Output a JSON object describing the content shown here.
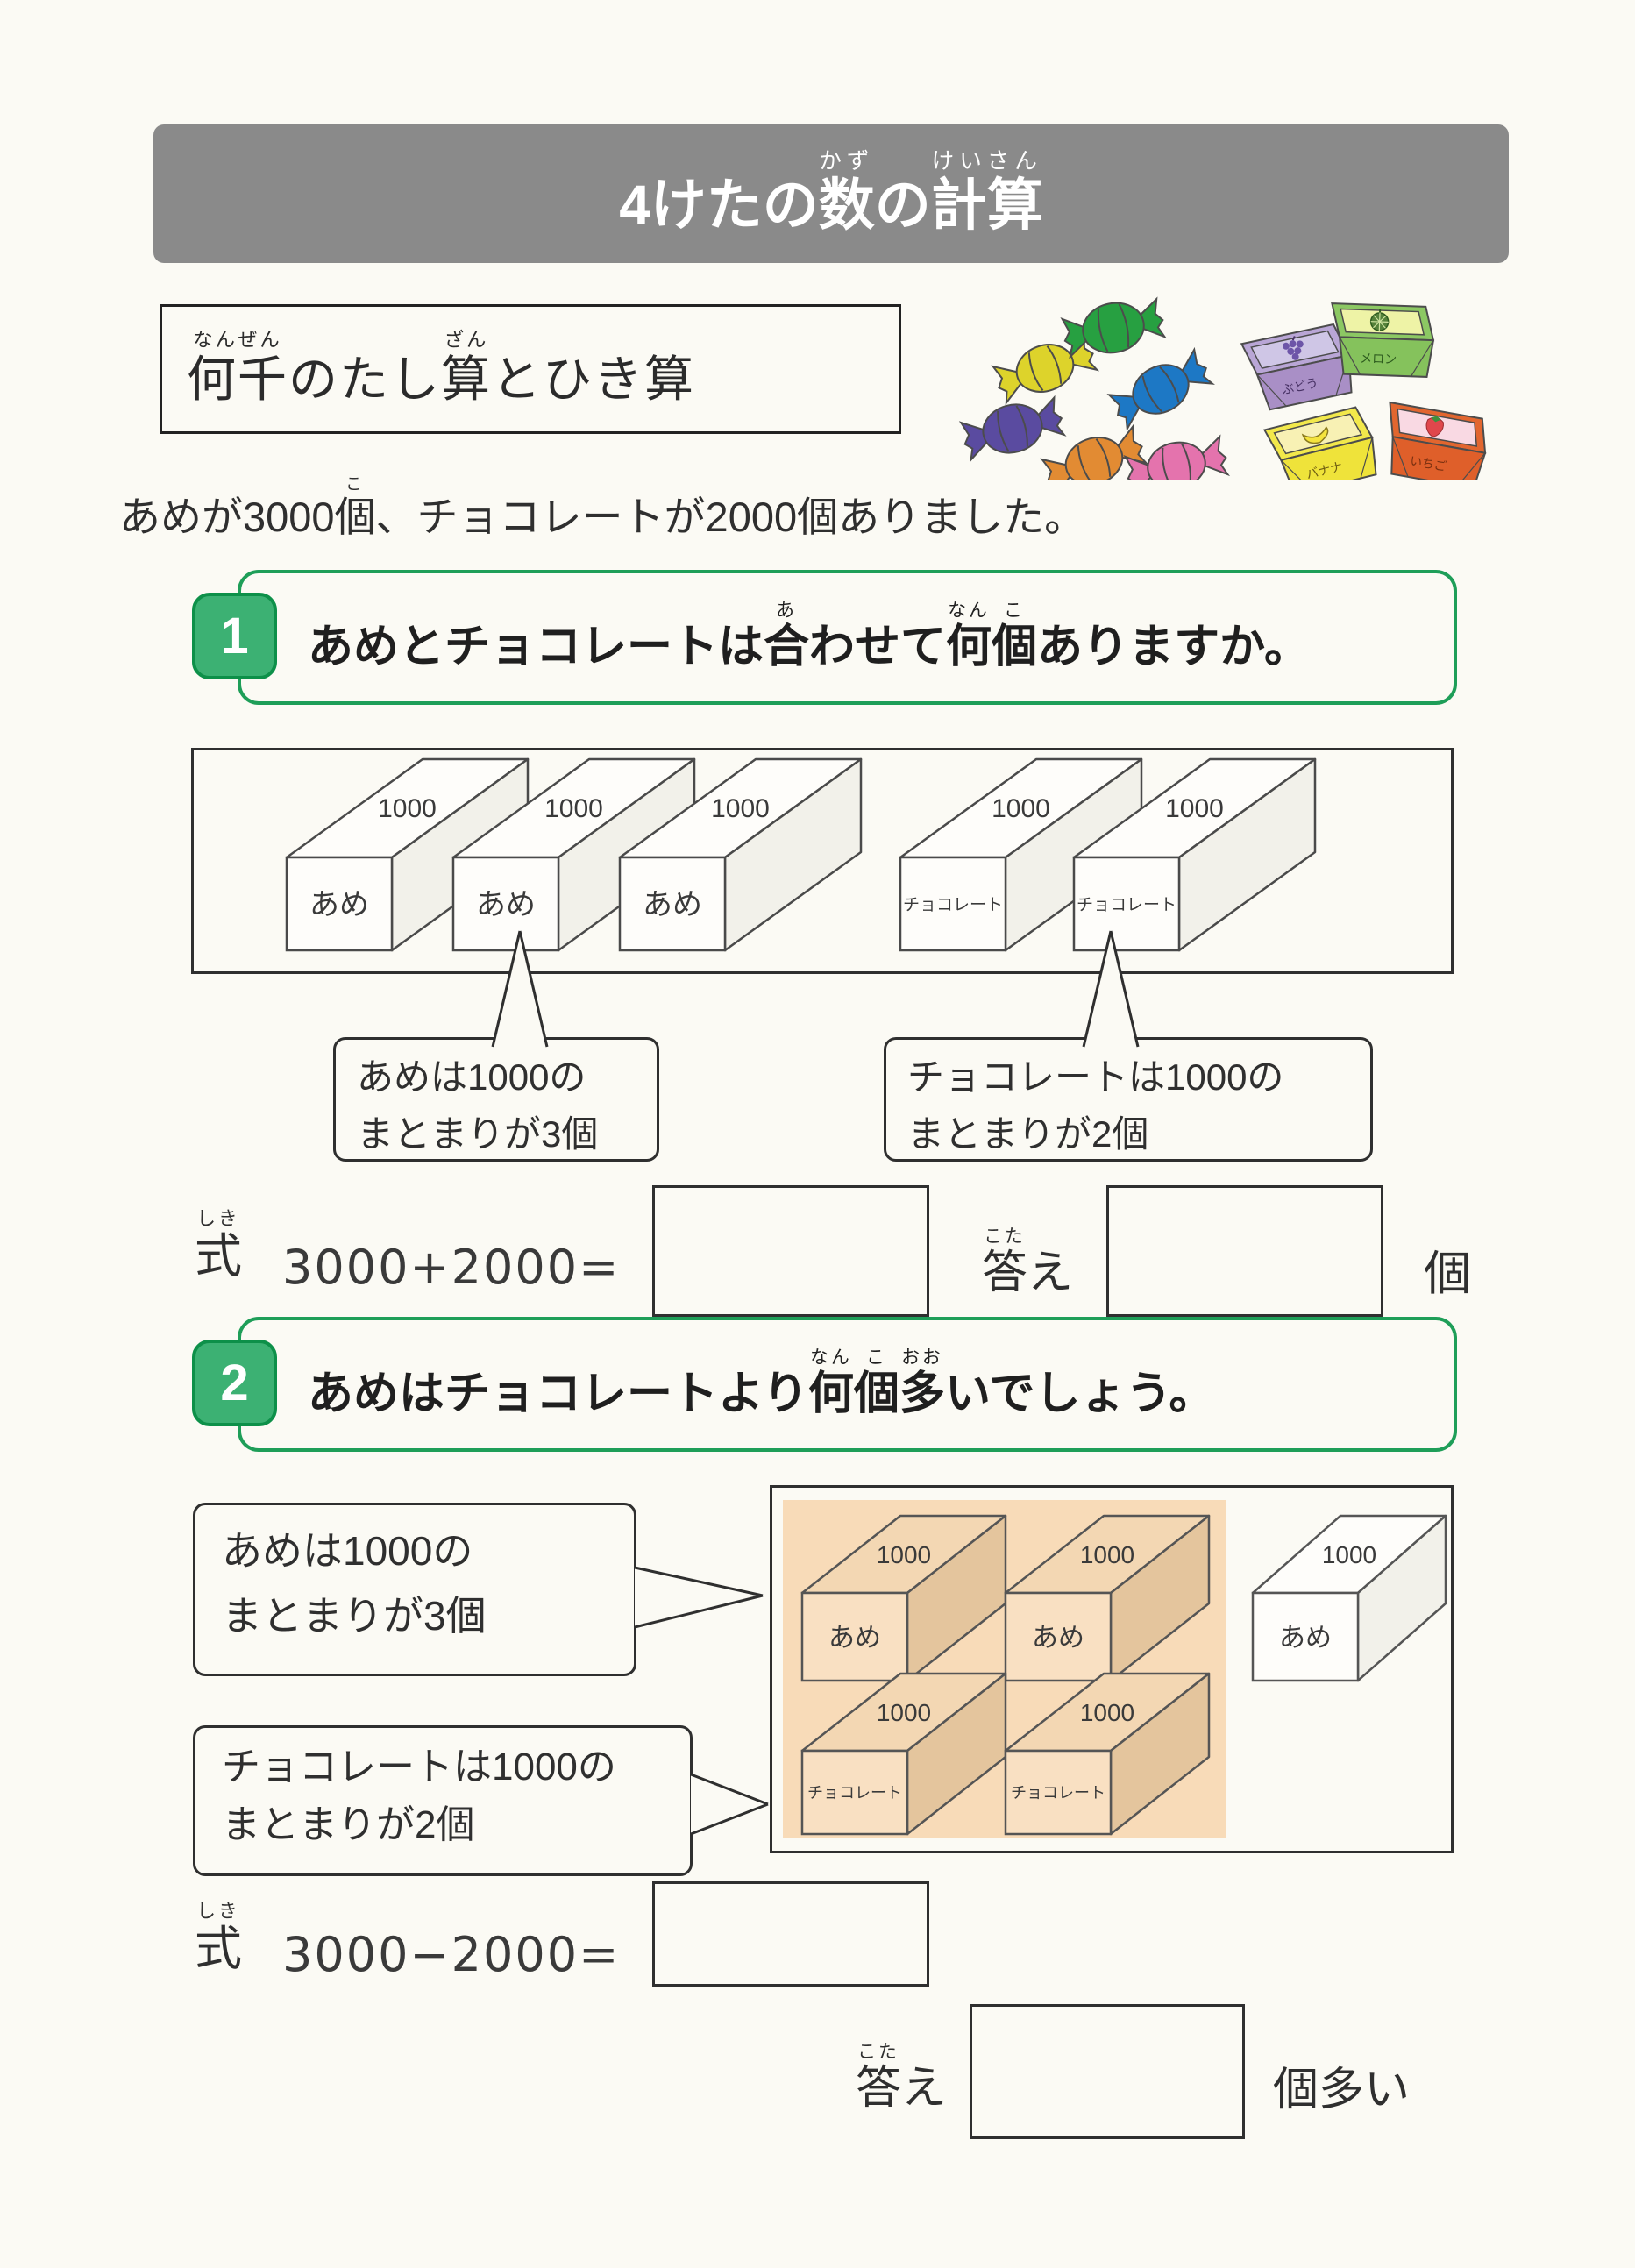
{
  "colors": {
    "title_bar_bg": "#8a8a8a",
    "accent_green": "#1e9e58",
    "badge_fill": "#3cb173",
    "badge_border": "#0d9049",
    "highlight_orange": "#f8dbb8",
    "block_front_tint": "#f9e0c2",
    "block_top_tint": "#f3d7b3",
    "block_side_tint": "#e4c59d",
    "block_front_white": "#fefdfa",
    "block_side_white": "#f2f1ea",
    "ink": "#2f2f2f"
  },
  "title": {
    "segments": [
      {
        "t": "4けたの"
      },
      {
        "t": "数",
        "r": "かず"
      },
      {
        "t": "の"
      },
      {
        "t": "計算",
        "r": "けいさん"
      }
    ]
  },
  "subtitle": {
    "segments": [
      {
        "t": "何千",
        "r": "なんぜん"
      },
      {
        "t": "のたし"
      },
      {
        "t": "算",
        "r": "ざん"
      },
      {
        "t": "とひき算"
      }
    ]
  },
  "intro": {
    "segments": [
      {
        "t": "あめが3000"
      },
      {
        "t": "個",
        "r": "こ"
      },
      {
        "t": "、チョコレートが2000個ありました。"
      }
    ]
  },
  "illustration": {
    "candies": [
      {
        "name": "yellow-candy",
        "color": "#ddd32b"
      },
      {
        "name": "green-candy",
        "color": "#27a041"
      },
      {
        "name": "blue-candy",
        "color": "#1d78c5"
      },
      {
        "name": "purple-candy",
        "color": "#5a4ba0"
      },
      {
        "name": "orange-candy",
        "color": "#e28b33"
      },
      {
        "name": "pink-candy",
        "color": "#e473ad"
      }
    ],
    "boxes": [
      {
        "label": "ぶどう",
        "lid": "#b9a6d6",
        "panel": "#cfc6e6",
        "front": "#a98fc6",
        "text": "#463063"
      },
      {
        "label": "メロン",
        "lid": "#8cc863",
        "panel": "#eef3a6",
        "front": "#85c25c",
        "text": "#2e5c1f"
      },
      {
        "label": "バナナ",
        "lid": "#f2e84b",
        "panel": "#f8f1b4",
        "front": "#efe33a",
        "text": "#6f5e12"
      },
      {
        "label": "いちご",
        "lid": "#e2662f",
        "panel": "#f9d9e3",
        "front": "#df5f2a",
        "text": "#7a3010"
      }
    ]
  },
  "problem1": {
    "number": "1",
    "question_segments": [
      {
        "t": "あめとチョコレートは"
      },
      {
        "t": "合",
        "r": "あ"
      },
      {
        "t": "わせて"
      },
      {
        "t": "何",
        "r": "なん"
      },
      {
        "t": "個",
        "r": "こ"
      },
      {
        "t": "ありますか。"
      }
    ],
    "diagram": {
      "block_top_label": "1000",
      "ame_label": "あめ",
      "choco_label": "チョコレート",
      "ame_count": 3,
      "choco_count": 2
    },
    "bubble_ame": {
      "line1": "あめは1000の",
      "line2": "まとまりが3個"
    },
    "bubble_choco": {
      "line1": "チョコレートは1000の",
      "line2": "まとまりが2個"
    },
    "formula": {
      "label_segments": [
        {
          "t": "式",
          "r": "しき"
        }
      ],
      "expression": "3000+2000=",
      "value": "",
      "answer_segments": [
        {
          "t": "答",
          "r": "こた"
        },
        {
          "t": "え"
        }
      ],
      "answer_value": "",
      "unit": "個"
    }
  },
  "problem2": {
    "number": "2",
    "question_segments": [
      {
        "t": "あめはチョコレートより"
      },
      {
        "t": "何",
        "r": "なん"
      },
      {
        "t": "個",
        "r": "こ"
      },
      {
        "t": "多",
        "r": "おお"
      },
      {
        "t": "いでしょう。"
      }
    ],
    "diagram": {
      "block_top_label": "1000",
      "ame_label": "あめ",
      "choco_label": "チョコレート",
      "ame_count": 3,
      "choco_count": 2,
      "highlighted_ame": 2,
      "highlighted_choco": 2
    },
    "bubble_ame": {
      "line1": "あめは1000の",
      "line2": "まとまりが3個"
    },
    "bubble_choco": {
      "line1": "チョコレートは1000の",
      "line2": "まとまりが2個"
    },
    "formula": {
      "label_segments": [
        {
          "t": "式",
          "r": "しき"
        }
      ],
      "expression": "3000−2000=",
      "value": "",
      "answer_segments": [
        {
          "t": "答",
          "r": "こた"
        },
        {
          "t": "え"
        }
      ],
      "answer_value": "",
      "unit": "個多い"
    }
  }
}
